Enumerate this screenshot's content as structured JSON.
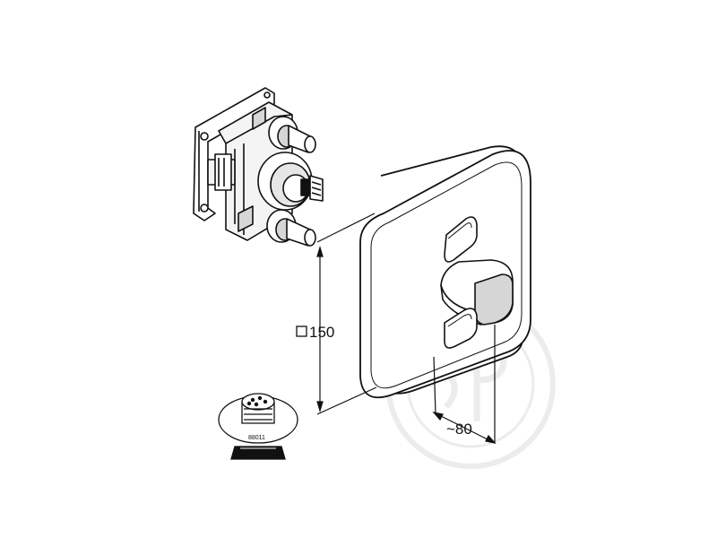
{
  "diagram": {
    "height_label": "150",
    "height_symbol": "square-symbol-icon",
    "depth_label": "~80",
    "part_number": "88011",
    "watermark": "sp-watermark-icon",
    "colors": {
      "line": "#111111",
      "shade": "#d6d6d6",
      "watermark": "#ececec"
    }
  }
}
